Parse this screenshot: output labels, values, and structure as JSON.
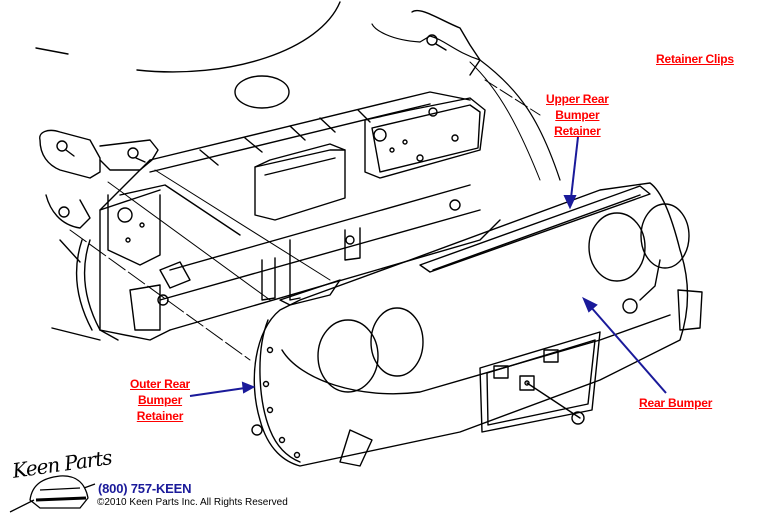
{
  "diagram": {
    "subject": "Rear bumper assembly exploded view",
    "labels": {
      "retainer_clips": "Retainer Clips",
      "upper_rear_bumper_retainer": [
        "Upper Rear",
        "Bumper",
        "Retainer"
      ],
      "outer_rear_bumper_retainer": [
        "Outer Rear",
        "Bumper",
        "Retainer"
      ],
      "rear_bumper": "Rear Bumper"
    },
    "colors": {
      "label": "#ff0000",
      "arrow": "#1a1a9a",
      "line_art": "#000000"
    }
  },
  "footer": {
    "logo_text": "Keen Parts",
    "phone": "(800) 757-KEEN",
    "copyright": "©2010 Keen Parts Inc. All Rights Reserved"
  }
}
